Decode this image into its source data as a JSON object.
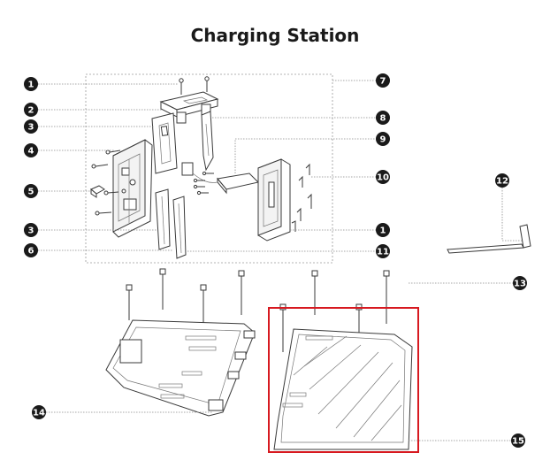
{
  "title": "Charging Station",
  "callouts": [
    "1",
    "2",
    "3",
    "4",
    "5",
    "3",
    "6",
    "7",
    "8",
    "9",
    "10",
    "1",
    "11",
    "12",
    "13",
    "14",
    "15"
  ],
  "colors": {
    "highlight": "#d71920",
    "line": "#3a3a3a",
    "badge": "#1a1a1a"
  }
}
